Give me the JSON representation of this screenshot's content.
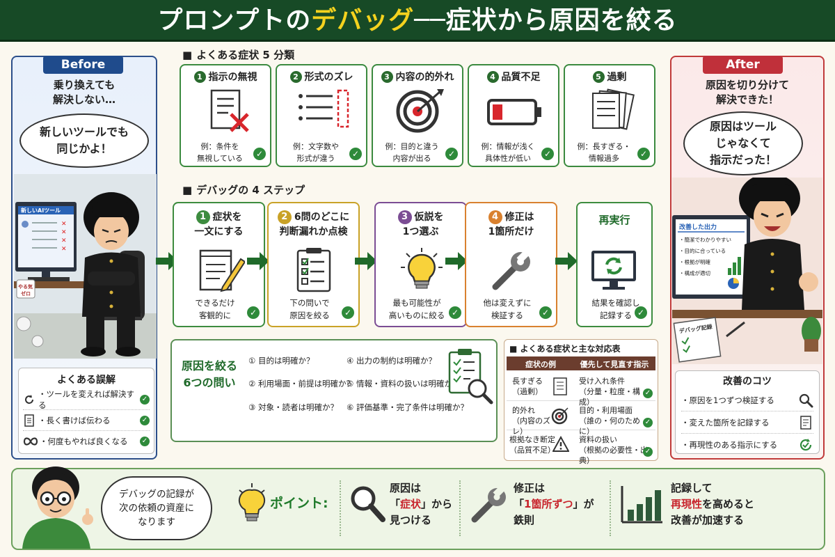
{
  "title": {
    "prefix": "プロンプトの",
    "highlight": "デバッグ",
    "suffix": "──症状から原因を絞る"
  },
  "before": {
    "tag": "Before",
    "caption_line1": "乗り換えても",
    "caption_line2": "解決しない…",
    "bubble_line1": "新しいツールでも",
    "bubble_line2": "同じかよ！",
    "screen_title": "新しいAIツール",
    "mug_line1": "やる気",
    "mug_line2": "ゼロ",
    "misconceptions_title": "よくある誤解",
    "misconceptions": [
      {
        "icon": "refresh-icon",
        "text": "・ツールを変えれば解決する"
      },
      {
        "icon": "document-icon",
        "text": "・長く書けば伝わる"
      },
      {
        "icon": "infinity-icon",
        "text": "・何度もやれば良くなる"
      }
    ]
  },
  "symptoms": {
    "heading": "よくある症状 5 分類",
    "items": [
      {
        "num": "1",
        "title": "指示の無視",
        "ex1": "例：条件を",
        "ex2": "無視している",
        "icon": "document-x-icon"
      },
      {
        "num": "2",
        "title": "形式のズレ",
        "ex1": "例：文字数や",
        "ex2": "形式が違う",
        "icon": "list-format-icon"
      },
      {
        "num": "3",
        "title": "内容の的外れ",
        "ex1": "例：目的と違う",
        "ex2": "内容が出る",
        "icon": "target-icon"
      },
      {
        "num": "4",
        "title": "品質不足",
        "ex1": "例：情報が浅く",
        "ex2": "具体性が低い",
        "icon": "low-battery-icon"
      },
      {
        "num": "5",
        "title": "過剰",
        "ex1": "例：長すぎる・",
        "ex2": "情報過多",
        "icon": "stacked-documents-icon"
      }
    ]
  },
  "steps": {
    "heading": "デバッグの 4 ステップ",
    "items": [
      {
        "num": "1",
        "line1": "症状を",
        "line2": "一文にする",
        "desc1": "できるだけ",
        "desc2": "客観的に",
        "color": "#3d8c3f"
      },
      {
        "num": "2",
        "line1": "6問のどこに",
        "line2": "判断漏れか点検",
        "desc1": "下の問いで",
        "desc2": "原因を絞る",
        "color": "#c9a227"
      },
      {
        "num": "3",
        "line1": "仮説を",
        "line2": "1つ選ぶ",
        "desc1": "最も可能性が",
        "desc2": "高いものに絞る",
        "color": "#7b4d94"
      },
      {
        "num": "4",
        "line1": "修正は",
        "line2": "1箇所だけ",
        "desc1": "他は変えずに",
        "desc2": "検証する",
        "color": "#d9812f"
      }
    ],
    "final": {
      "title": "再実行",
      "desc1": "結果を確認し",
      "desc2": "記録する",
      "color": "#3d8c3f"
    }
  },
  "questions": {
    "title_line1": "原因を絞る",
    "title_line2": "6つの問い",
    "items": [
      "① 目的は明確か？",
      "② 利用場面・前提は明確か？",
      "③ 対象・読者は明確か？",
      "④ 出力の制約は明確か？",
      "⑤ 情報・資料の扱いは明確か？",
      "⑥ 評価基準・完了条件は明確か？"
    ]
  },
  "table": {
    "title": "よくある症状と主な対応表",
    "col1": "症状の例",
    "col2": "優先して見直す指示",
    "rows": [
      {
        "s1": "長すぎる",
        "s2": "（過剰）",
        "f1": "受け入れ条件",
        "f2": "（分量・粒度・構成）",
        "icon": "document-icon"
      },
      {
        "s1": "的外れ",
        "s2": "（内容のズレ）",
        "f1": "目的・利用場面",
        "f2": "（誰の・何のために）",
        "icon": "target-icon"
      },
      {
        "s1": "根拠なき断定",
        "s2": "（品質不足）",
        "f1": "資料の扱い",
        "f2": "（根拠の必要性・出典）",
        "icon": "warning-icon"
      }
    ]
  },
  "after": {
    "tag": "After",
    "caption_line1": "原因を切り分けて",
    "caption_line2": "解決できた！",
    "bubble_line1": "原因はツール",
    "bubble_line2": "じゃなくて",
    "bubble_line3": "指示だった！",
    "screen_title": "改善した出力",
    "screen_items": [
      "・簡潔でわかりやすい",
      "・目的に合っている",
      "・根拠が明確",
      "・構成が適切"
    ],
    "notebook_label": "デバッグ記録",
    "tips_title": "改善のコツ",
    "tips": [
      {
        "text": "・原因を1つずつ検証する",
        "icon": "magnifier-icon"
      },
      {
        "text": "・変えた箇所を記録する",
        "icon": "document-icon"
      },
      {
        "text": "・再現性のある指示にする",
        "icon": "refresh-check-icon"
      }
    ]
  },
  "bottom": {
    "bubble_line1": "デバッグの記録が",
    "bubble_line2": "次の依頼の資産に",
    "bubble_line3": "なります",
    "point_label": "ポイント:",
    "p1_line1": "原因は",
    "p1_open": "「",
    "p1_red": "症状",
    "p1_close": "」から",
    "p1_line3": "見つける",
    "p2_line1": "修正は",
    "p2_open": "「",
    "p2_red": "1箇所ずつ",
    "p2_close": "」が",
    "p2_line3": "鉄則",
    "p3_line1": "記録して",
    "p3_red": "再現性",
    "p3_rest": "を高めると",
    "p3_line3": "改善が加速する"
  },
  "colors": {
    "title_bg": "#174a26",
    "accent_yellow": "#f4d21e",
    "green": "#3b8a3f",
    "red": "#c8242c",
    "before_blue": "#1f4b8c",
    "after_red": "#c0303a"
  }
}
